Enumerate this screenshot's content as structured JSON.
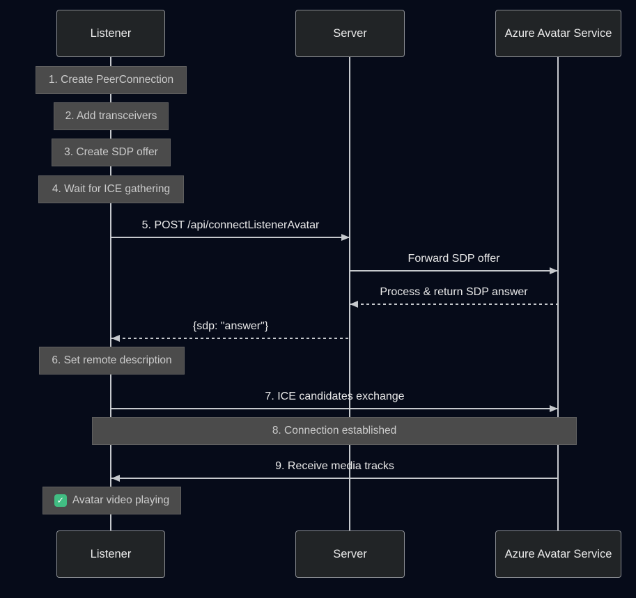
{
  "diagram_type": "sequence",
  "actors": [
    {
      "label": "Listener"
    },
    {
      "label": "Server"
    },
    {
      "label": "Azure Avatar Service"
    }
  ],
  "notes": [
    {
      "text": "1. Create PeerConnection",
      "over": "Listener"
    },
    {
      "text": "2. Add transceivers",
      "over": "Listener"
    },
    {
      "text": "3. Create SDP offer",
      "over": "Listener"
    },
    {
      "text": "4. Wait for ICE gathering",
      "over": "Listener"
    },
    {
      "text": "6. Set remote description",
      "over": "Listener"
    },
    {
      "text": "8. Connection established",
      "over": "Listener, Server, Azure Avatar Service"
    },
    {
      "text": "Avatar video playing",
      "icon": "check",
      "over": "Listener"
    }
  ],
  "messages": [
    {
      "label": "5. POST /api/connectListenerAvatar",
      "from": "Listener",
      "to": "Server",
      "line": "solid"
    },
    {
      "label": "Forward SDP offer",
      "from": "Server",
      "to": "Azure Avatar Service",
      "line": "solid"
    },
    {
      "label": "Process & return SDP answer",
      "from": "Azure Avatar Service",
      "to": "Server",
      "line": "dashed"
    },
    {
      "label": "{sdp: \"answer\"}",
      "from": "Server",
      "to": "Listener",
      "line": "dashed"
    },
    {
      "label": "7. ICE candidates exchange",
      "from": "Listener",
      "to": "Azure Avatar Service",
      "line": "solid"
    },
    {
      "label": "9. Receive media tracks",
      "from": "Azure Avatar Service",
      "to": "Listener",
      "line": "solid"
    }
  ],
  "icons": {
    "check": "✓"
  },
  "colors": {
    "background": "#060b19",
    "actor_fill": "#212426",
    "actor_border": "#8b8e93",
    "note_fill": "#4b4b4b",
    "note_border": "#5f5f5f",
    "line": "#c6c9cd",
    "message_text": "#e9e9e9",
    "note_text": "#cbcbcb",
    "check_green": "#41bd83"
  }
}
